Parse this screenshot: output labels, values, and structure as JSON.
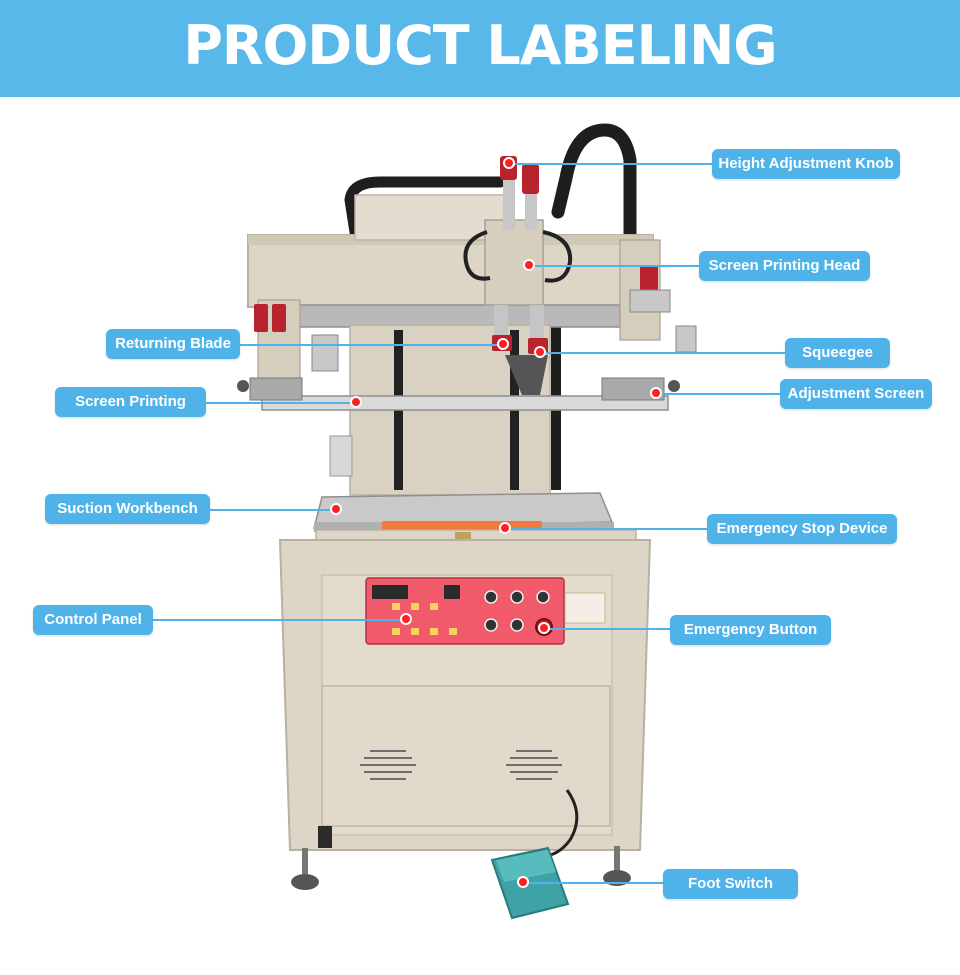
{
  "header": {
    "title": "PRODUCT LABELING",
    "background_color": "#58b8ea",
    "text_color": "#ffffff"
  },
  "labels": [
    {
      "id": "height-adjustment-knob",
      "text": "Height Adjustment Knob"
    },
    {
      "id": "screen-printing-head",
      "text": "Screen Printing Head"
    },
    {
      "id": "returning-blade",
      "text": "Returning Blade"
    },
    {
      "id": "squeegee",
      "text": "Squeegee"
    },
    {
      "id": "screen-printing",
      "text": "Screen Printing"
    },
    {
      "id": "adjustment-screen",
      "text": "Adjustment Screen"
    },
    {
      "id": "suction-workbench",
      "text": "Suction Workbench"
    },
    {
      "id": "emergency-stop-device",
      "text": "Emergency Stop Device"
    },
    {
      "id": "control-panel",
      "text": "Control Panel"
    },
    {
      "id": "emergency-button",
      "text": "Emergency Button"
    },
    {
      "id": "foot-switch",
      "text": "Foot Switch"
    }
  ],
  "colors": {
    "label_fill": "#4fb3ea",
    "callout_dot": "#ff1f1f",
    "machine_body": "#ddd6c6",
    "control_panel": "#f05a6a",
    "cable_chain": "#1e1e1e",
    "foot_switch": "#3fa3a5"
  }
}
